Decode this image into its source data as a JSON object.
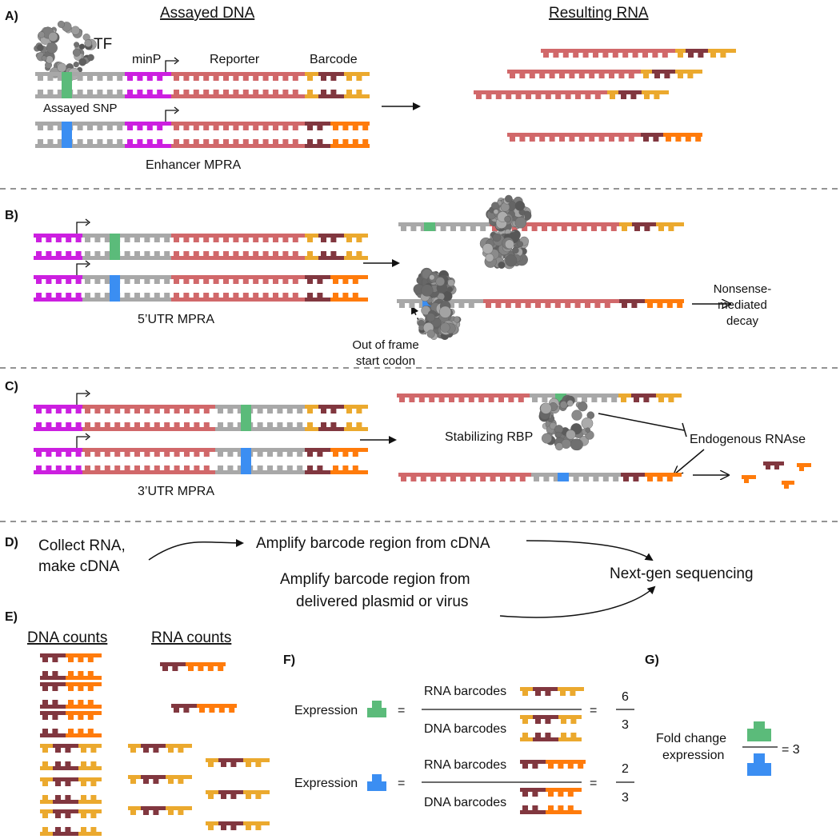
{
  "colors": {
    "gray": "#a8a8a8",
    "reporter": "#d1686a",
    "purple": "#cc1fe0",
    "barcode_gold": "#eba92e",
    "barcode_maroon": "#81373f",
    "barcode_orange": "#ff7b0b",
    "snp_green": "#5bbb7a",
    "snp_blue": "#3b8ef2",
    "protein": "#7a7a7a"
  },
  "icons": {
    "tf": "protein-blob-icon",
    "ribosome": "ribosome-icon",
    "rbp": "protein-blob-icon",
    "promoter": "bent-arrow-icon"
  },
  "panels": {
    "a": {
      "label": "A)",
      "assayed_header": "Assayed DNA",
      "resulting_header": "Resulting RNA",
      "tf": "TF",
      "minp": "minP",
      "reporter": "Reporter",
      "barcode": "Barcode",
      "snp": "Assayed SNP",
      "caption": "Enhancer MPRA"
    },
    "b": {
      "label": "B)",
      "caption": "5’UTR MPRA",
      "nmd_1": "Nonsense-",
      "nmd_2": "mediated",
      "nmd_3": "decay",
      "oof_1": "Out of frame",
      "oof_2": "start codon"
    },
    "c": {
      "label": "C)",
      "caption": "3’UTR MPRA",
      "rbp": "Stabilizing RBP",
      "rnase": "Endogenous RNAse"
    },
    "d": {
      "label": "D)",
      "collect_1": "Collect RNA,",
      "collect_2": "make cDNA",
      "amp_cdna": "Amplify barcode region from cDNA",
      "amp_plasmid_1": "Amplify barcode region from",
      "amp_plasmid_2": "delivered plasmid or virus",
      "ngs": "Next-gen sequencing"
    },
    "e": {
      "label": "E)",
      "dna_counts": "DNA counts",
      "rna_counts": "RNA counts"
    },
    "f": {
      "label": "F)",
      "expression": "Expression",
      "rna_barcodes": "RNA barcodes",
      "dna_barcodes": "DNA barcodes",
      "eq": "=",
      "green_num": "6",
      "green_den": "3",
      "blue_num": "2",
      "blue_den": "3"
    },
    "g": {
      "label": "G)",
      "fold_1": "Fold change",
      "fold_2": "expression",
      "result": "= 3"
    }
  }
}
